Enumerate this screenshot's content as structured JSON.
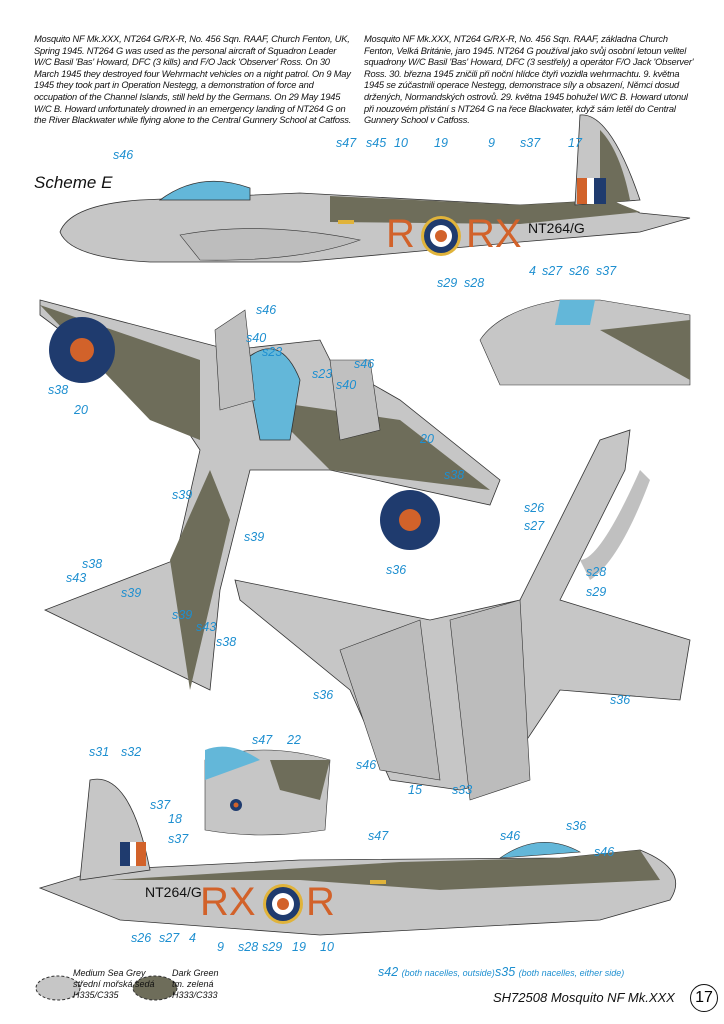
{
  "description_en": "Mosquito NF Mk.XXX, NT264 G/RX-R, No. 456 Sqn. RAAF, Church Fenton, UK, Spring 1945. NT264 G was used as the personal aircraft of Squadron Leader W/C Basil 'Bas' Howard, DFC (3 kills) and F/O Jack 'Observer' Ross. On 30 March 1945 they destroyed four Wehrmacht vehicles on a night patrol. On 9 May 1945 they took part in Operation Nestegg, a demonstration of force and occupation of the Channel Islands, still held by the Germans. On 29 May 1945 W/C B. Howard unfortunately drowned in an emergency landing of NT264 G on the River Blackwater while flying alone to the Central Gunnery School at Catfoss.",
  "description_cz": "Mosquito NF Mk.XXX, NT264 G/RX-R, No. 456 Sqn. RAAF, základna Church Fenton, Velká Británie, jaro 1945. NT264 G používal jako svůj osobní letoun velitel squadrony W/C Basil 'Bas' Howard, DFC (3 sestřely) a operátor F/O Jack 'Observer' Ross. 30. března 1945 zničili při noční hlídce čtyři vozidla wehrmachtu. 9. května 1945 se zúčastnili operace Nestegg, demonstrace síly a obsazení, Němci dosud držených, Normandských ostrovů. 29. května 1945 bohužel W/C B. Howard utonul při nouzovém přistání s NT264 G na řece Blackwater, když sám letěl do Central Gunnery School v Catfoss.",
  "scheme_label": "Scheme E",
  "markings": {
    "code_top": "R",
    "code_top2": "RX",
    "serial": "NT264/G",
    "code_bottom": "RX",
    "code_bottom2": "R"
  },
  "callouts": [
    "s46",
    "s47",
    "s45",
    "10",
    "19",
    "9",
    "s37",
    "17",
    "4",
    "s27",
    "s26",
    "s37",
    "s29",
    "s28",
    "s46",
    "s40",
    "s23",
    "s38",
    "20",
    "s23",
    "s40",
    "s46",
    "20",
    "s38",
    "s39",
    "s39",
    "s38",
    "s43",
    "s39",
    "s39",
    "s43",
    "s38",
    "s26",
    "s27",
    "s28",
    "s29",
    "s36",
    "s36",
    "s46",
    "15",
    "s33",
    "s46",
    "s36",
    "s36",
    "s47",
    "22",
    "s31",
    "s32",
    "s37",
    "18",
    "s37",
    "s47",
    "s46",
    "s26",
    "s27",
    "4",
    "9",
    "s28",
    "s29",
    "19",
    "10"
  ],
  "notes": {
    "s42_code": "s42",
    "s42_note": "(both nacelles, outside)",
    "s35_code": "s35",
    "s35_note": "(both nacelles, either side)"
  },
  "legend": [
    {
      "name": "Medium Sea Grey",
      "name_cz": "střední mořská šedá",
      "code": "H335/C335",
      "color": "#c6c6c6"
    },
    {
      "name": "Dark Green",
      "name_cz": "tm. zelená",
      "code": "H333/C333",
      "color": "#6e6d5a"
    }
  ],
  "footer": "SH72508 Mosquito NF Mk.XXX",
  "page_number": "17"
}
